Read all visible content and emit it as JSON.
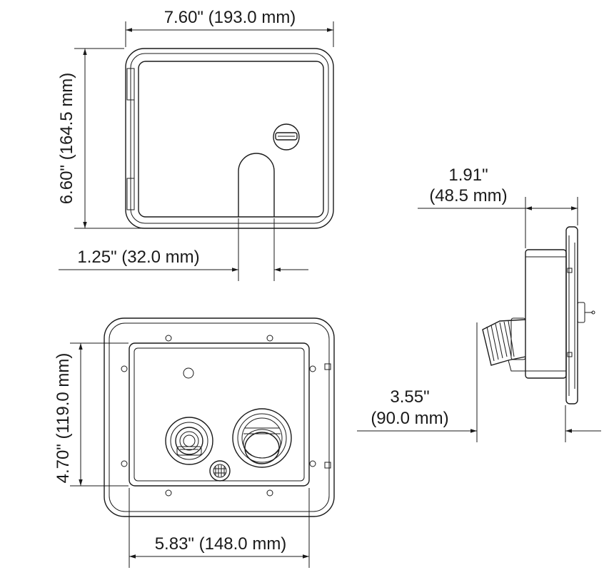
{
  "diagram": {
    "top_view": {
      "width_label": "7.60\" (193.0 mm)",
      "height_label": "6.60\" (164.5 mm)",
      "slot_label": "1.25\" (32.0 mm)"
    },
    "front_view": {
      "height_label": "4.70\" (119.0 mm)",
      "width_label": "5.83\" (148.0 mm)"
    },
    "side_view": {
      "depth_label_line1": "1.91\"",
      "depth_label_line2": "(48.5 mm)",
      "projection_label_line1": "3.55\"",
      "projection_label_line2": "(90.0 mm)"
    },
    "colors": {
      "line": "#1a1a1a",
      "background": "#ffffff"
    }
  }
}
